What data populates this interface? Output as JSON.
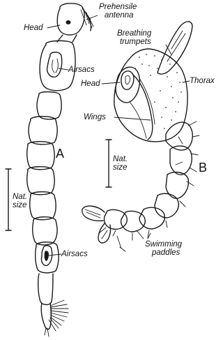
{
  "figure": {
    "panel_a_letter": "A",
    "panel_b_letter": "B",
    "labels": {
      "prehensile_antenna_line1": "Prehensile",
      "prehensile_antenna_line2": "antenna",
      "head_a": "Head",
      "air_sacs_upper": "Airsacs",
      "air_sacs_lower": "Airsacs",
      "breathing_trumpets_line1": "Breathing",
      "breathing_trumpets_line2": "trumpets",
      "head_b": "Head",
      "thorax": "Thorax",
      "wings": "Wings",
      "swimming_paddles_line1": "Swimming",
      "swimming_paddles_line2": "paddles"
    },
    "scale_bars": [
      {
        "line1": "Nat.",
        "line2": "size"
      },
      {
        "line1": "Nat.",
        "line2": "size"
      }
    ]
  }
}
